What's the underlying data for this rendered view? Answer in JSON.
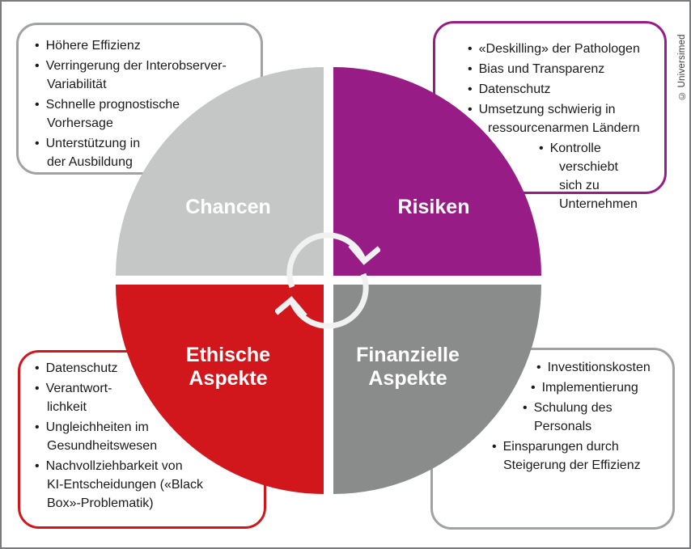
{
  "meta": {
    "copyright": "© Universimed"
  },
  "colors": {
    "purple": "#981c86",
    "red": "#d2171c",
    "light_gray": "#c5c6c6",
    "dark_gray": "#8a8b8b",
    "arrow": "#f1f1f2",
    "box_border_gray": "#a0a2a5"
  },
  "quadrants": {
    "chancen": {
      "label": "Chancen"
    },
    "risiken": {
      "label": "Risiken"
    },
    "ethisch": {
      "label": "Ethische\nAspekte"
    },
    "finanziell": {
      "label": "Finanzielle\nAspekte"
    }
  },
  "boxes": {
    "chancen": {
      "items": [
        {
          "text": "Höhere Effizienz"
        },
        {
          "text": "Verringerung der Interobserver-\nVariabilität"
        },
        {
          "text": "Schnelle prognostische\nVorhersage"
        },
        {
          "text": "Unterstützung in\nder Ausbildung"
        }
      ]
    },
    "risiken": {
      "items": [
        {
          "text": "«Deskilling» der Pathologen"
        },
        {
          "text": "Bias und Transparenz"
        },
        {
          "text": "Datenschutz"
        },
        {
          "text": "Umsetzung schwierig in\nressourcenarmen Ländern"
        },
        {
          "text": "Kontrolle verschiebt\nsich zu Unternehmen",
          "level": 2
        }
      ]
    },
    "ethisch": {
      "items": [
        {
          "text": "Datenschutz"
        },
        {
          "text": "Verantwort-\nlichkeit"
        },
        {
          "text": "Ungleichheiten im\nGesundheitswesen"
        },
        {
          "text": "Nachvollziehbarkeit von\nKI-Entscheidungen («Black\nBox»-Problematik)"
        }
      ]
    },
    "finanziell": {
      "items": [
        {
          "text": "Investitionskosten"
        },
        {
          "text": "Implementierung"
        },
        {
          "text": "Schulung des\nPersonals"
        },
        {
          "text": "Einsparungen durch\nSteigerung der Effizienz"
        }
      ]
    }
  }
}
